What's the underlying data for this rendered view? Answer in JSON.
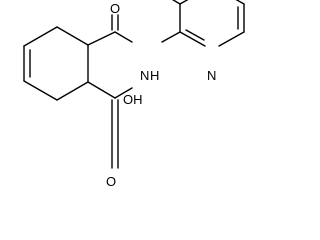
{
  "molecule": {
    "atom_labels": {
      "carbonyl_oxygen": "O",
      "amide_nitrogen": "N",
      "amide_hydrogen": "H",
      "pyridine_nitrogen": "N",
      "acid_oxygen": "O",
      "acid_hydroxyl": "OH"
    }
  }
}
